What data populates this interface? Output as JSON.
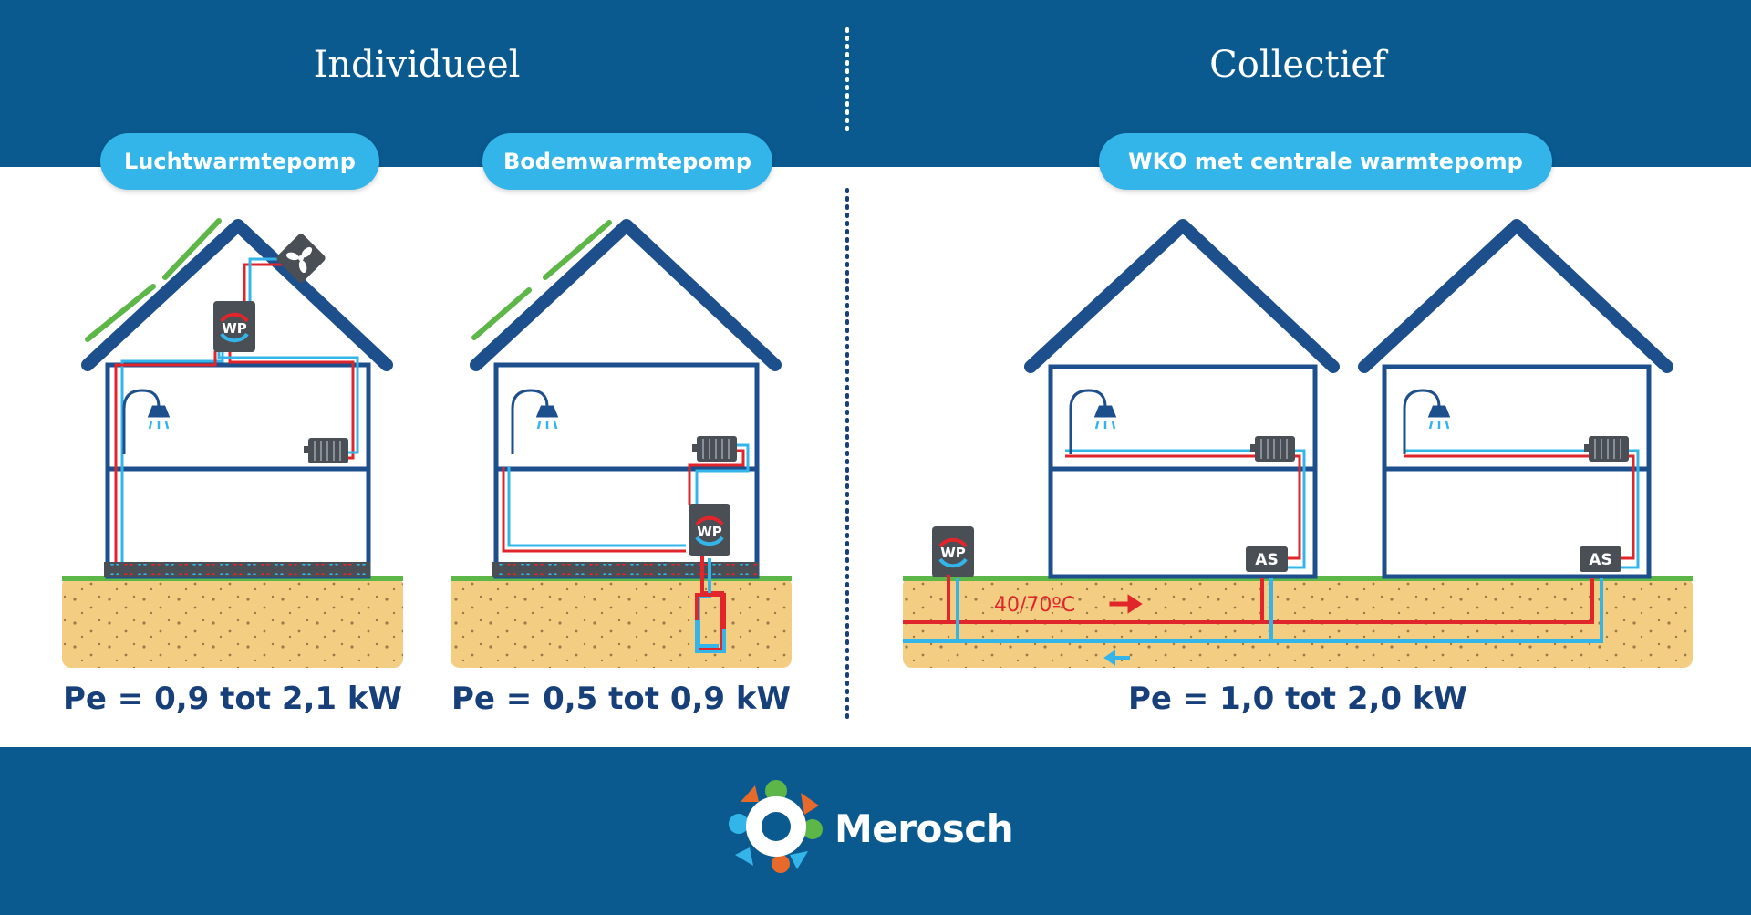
{
  "sections": {
    "individual_title": "Individueel",
    "collective_title": "Collectief"
  },
  "systems": [
    {
      "label": "Luchtwarmtepomp",
      "power": "Pe = 0,9 tot 2,1 kW"
    },
    {
      "label": "Bodemwarmtepomp",
      "power": "Pe = 0,5 tot 0,9 kW"
    },
    {
      "label": "WKO met centrale warmtepomp",
      "power": "Pe = 1,0 tot 2,0 kW"
    }
  ],
  "diagram_labels": {
    "heat_pump": "WP",
    "substation": "AS",
    "supply_temperature": "40/70ºC"
  },
  "colors": {
    "header_blue": "#0a5a90",
    "pill_blue": "#33b5ea",
    "house_blue": "#1d4f8c",
    "pipe_red": "#e0262b",
    "pipe_cyan": "#33b5ea",
    "soil": "#f2cd82",
    "grass": "#5db648",
    "solar_green": "#5db648"
  },
  "brand": {
    "name": "Merosch"
  }
}
